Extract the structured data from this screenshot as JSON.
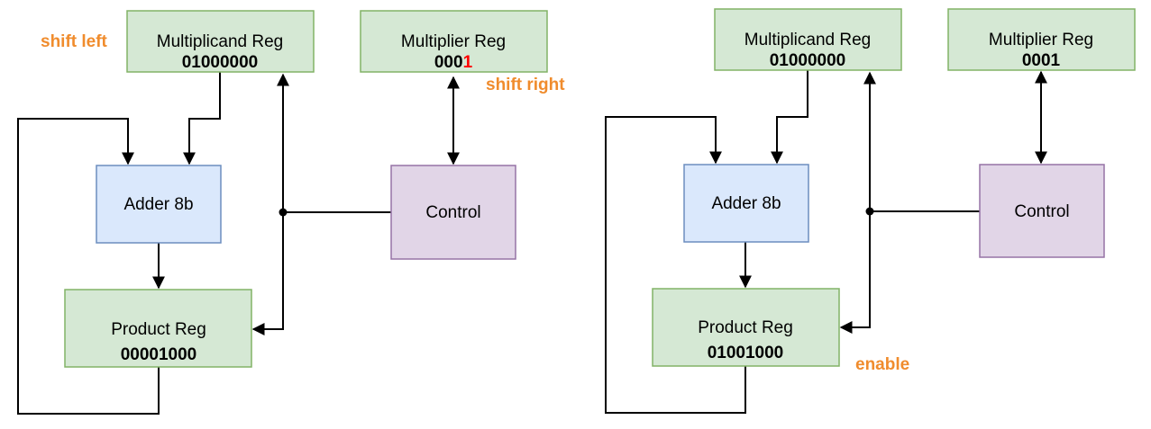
{
  "colors": {
    "register_fill": "#d5e8d4",
    "register_stroke": "#82b366",
    "adder_fill": "#dae8fc",
    "adder_stroke": "#6c8ebf",
    "control_fill": "#e1d5e7",
    "control_stroke": "#9673a6",
    "annotation": "#f08c2d",
    "highlight_bit": "#ff0000",
    "wire": "#000000"
  },
  "left": {
    "multiplicand": {
      "title": "Multiplicand Reg",
      "value": "01000000"
    },
    "multiplier": {
      "title": "Multiplier Reg",
      "value_prefix": "000",
      "value_highlight": "1"
    },
    "adder": {
      "title": "Adder 8b"
    },
    "control": {
      "title": "Control"
    },
    "product": {
      "title": "Product Reg",
      "value": "00001000"
    },
    "annotations": {
      "shift_left": "shift left",
      "shift_right": "shift right"
    }
  },
  "right": {
    "multiplicand": {
      "title": "Multiplicand Reg",
      "value": "01000000"
    },
    "multiplier": {
      "title": "Multiplier Reg",
      "value": "0001"
    },
    "adder": {
      "title": "Adder 8b"
    },
    "control": {
      "title": "Control"
    },
    "product": {
      "title": "Product Reg",
      "value": "01001000"
    },
    "annotations": {
      "enable": "enable"
    }
  }
}
